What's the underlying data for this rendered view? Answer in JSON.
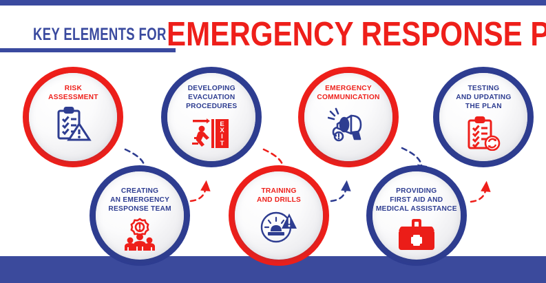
{
  "header": {
    "kicker": "KEY ELEMENTS FOR",
    "title": "EMERGENCY RESPONSE PLAN",
    "kicker_color": "#3a4a9f",
    "title_color": "#ee1f1a"
  },
  "bands": {
    "top_color": "#3a4a9f",
    "bottom_color": "#3b4a9c"
  },
  "palette": {
    "red": "#ee1f1a",
    "blue": "#2e3d91",
    "disc": "#f2f2f4"
  },
  "nodes": [
    {
      "id": "risk-assessment",
      "label": "RISK\nASSESSMENT",
      "accent": "red",
      "icon": "clipboard-warning-icon",
      "icon_color": "#2e3d91",
      "row": "top",
      "step": 1
    },
    {
      "id": "evacuation-procedures",
      "label": "DEVELOPING\nEVACUATION\nPROCEDURES",
      "accent": "blue",
      "icon": "exit-running-person-icon",
      "icon_color": "#ee1f1a",
      "row": "top",
      "step": 3
    },
    {
      "id": "emergency-communication",
      "label": "EMERGENCY\nCOMMUNICATION",
      "accent": "red",
      "icon": "megaphone-icon",
      "icon_color": "#2e3d91",
      "row": "top",
      "step": 5
    },
    {
      "id": "testing-updating-plan",
      "label": "TESTING\nAND UPDATING\nTHE PLAN",
      "accent": "blue",
      "icon": "clipboard-refresh-icon",
      "icon_color": "#ee1f1a",
      "row": "top",
      "step": 7
    },
    {
      "id": "emergency-response-team",
      "label": "CREATING\nAN EMERGENCY\nRESPONSE TEAM",
      "accent": "blue",
      "icon": "team-gear-icon",
      "icon_color": "#ee1f1a",
      "row": "bottom",
      "step": 2
    },
    {
      "id": "training-and-drills",
      "label": "TRAINING\nAND DRILLS",
      "accent": "red",
      "icon": "siren-alert-icon",
      "icon_color": "#2e3d91",
      "row": "bottom",
      "step": 4
    },
    {
      "id": "first-aid-assistance",
      "label": "PROVIDING\nFIRST AID AND\nMEDICAL ASSISTANCE",
      "accent": "blue",
      "icon": "first-aid-kit-icon",
      "icon_color": "#ee1f1a",
      "row": "bottom",
      "step": 6
    }
  ],
  "connectors": [
    {
      "id": "connector-1",
      "from": "risk-assessment",
      "to": "emergency-response-team",
      "color": "#2e3d91",
      "direction": "down"
    },
    {
      "id": "connector-2",
      "from": "emergency-response-team",
      "to": "evacuation-procedures",
      "color": "#ee1f1a",
      "direction": "up"
    },
    {
      "id": "connector-3",
      "from": "evacuation-procedures",
      "to": "training-and-drills",
      "color": "#ee1f1a",
      "direction": "down"
    },
    {
      "id": "connector-4",
      "from": "training-and-drills",
      "to": "emergency-communication",
      "color": "#2e3d91",
      "direction": "up"
    },
    {
      "id": "connector-5",
      "from": "emergency-communication",
      "to": "first-aid-assistance",
      "color": "#2e3d91",
      "direction": "down"
    },
    {
      "id": "connector-6",
      "from": "first-aid-assistance",
      "to": "testing-updating-plan",
      "color": "#ee1f1a",
      "direction": "up"
    }
  ]
}
